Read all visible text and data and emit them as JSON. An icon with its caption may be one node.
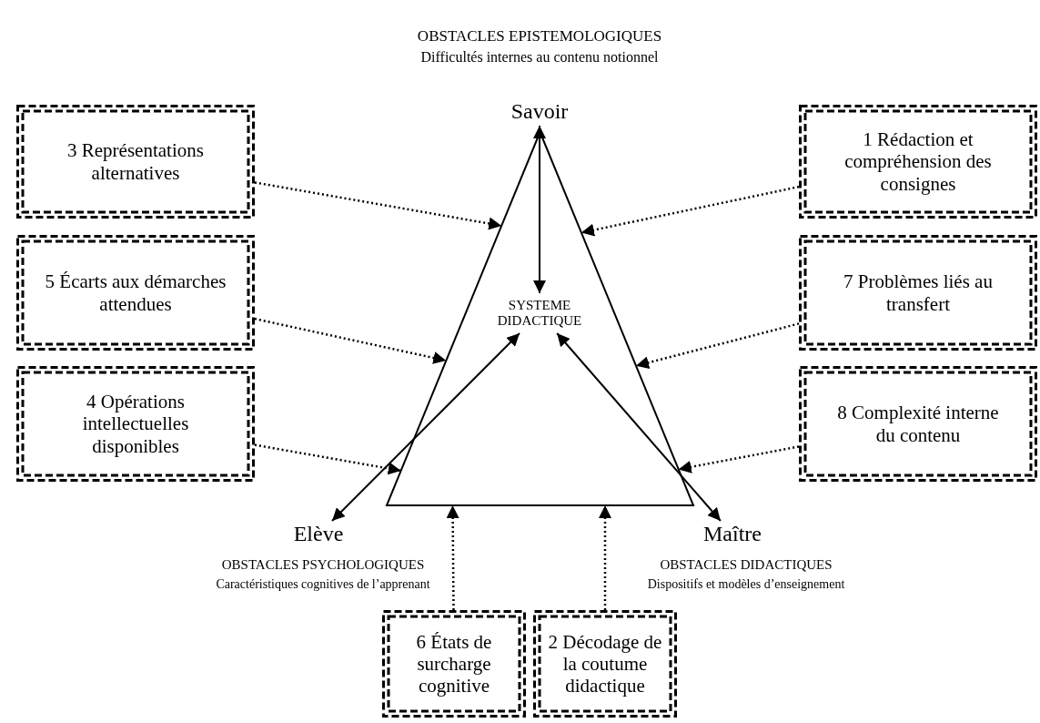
{
  "diagram": {
    "nodes": [
      {
        "text": [
          "3 Représentations alternatives"
        ]
      },
      {
        "text": [
          "Savoir"
        ]
      },
      {
        "text": [
          "1 Rédaction et compréhension des consignes"
        ]
      },
      {
        "text": [],
        "shape": "triangle"
      },
      {
        "text": [
          "SYSTEME DIDACTIQUE"
        ],
        "in": 3
      },
      {
        "text": [
          "5 Écarts aux démarches attendues"
        ]
      },
      {
        "text": [
          "7 Problèmes liés au transfert"
        ]
      },
      {
        "text": [
          "4 Opérations intellectuelles disponibles"
        ]
      },
      {
        "text": [
          "8 Complexité interne du contenu"
        ]
      },
      {
        "text": [
          "Elève"
        ]
      },
      {
        "text": [
          "Maître"
        ]
      },
      {
        "text": [
          "6 États de surcharge cognitive"
        ]
      },
      {
        "text": [
          "2 Décodage de la coutume didactique"
        ]
      }
    ],
    "edges": [
      {
        "from": 4,
        "to": 1,
        "arrow": "both"
      },
      {
        "from": 4,
        "to": 9,
        "arrow": "both"
      },
      {
        "from": 4,
        "to": 10,
        "arrow": "both"
      },
      {
        "from": 0,
        "to": 3,
        "arrow": "to",
        "style": "dashed"
      },
      {
        "from": 2,
        "to": 3,
        "arrow": "to",
        "style": "dashed"
      },
      {
        "from": 5,
        "to": 3,
        "arrow": "to",
        "style": "dashed"
      },
      {
        "from": 6,
        "to": 3,
        "arrow": "to",
        "style": "dashed"
      },
      {
        "from": 7,
        "to": 3,
        "arrow": "to",
        "style": "dashed"
      },
      {
        "from": 8,
        "to": 3,
        "arrow": "to",
        "style": "dashed"
      },
      {
        "from": 11,
        "to": 3,
        "arrow": "to",
        "style": "dashed"
      },
      {
        "from": 12,
        "to": 3,
        "arrow": "to",
        "style": "dashed"
      }
    ],
    "labels": [
      "OBSTACLES EPISTEMOLOGIQUES",
      "Difficultés internes au contenu notionnel",
      "OBSTACLES PSYCHOLOGIQUES",
      "Caractéristiques cognitives de l’apprenant",
      "OBSTACLES DIDACTIQUES",
      "Dispositifs et modèles d’enseignement"
    ]
  }
}
